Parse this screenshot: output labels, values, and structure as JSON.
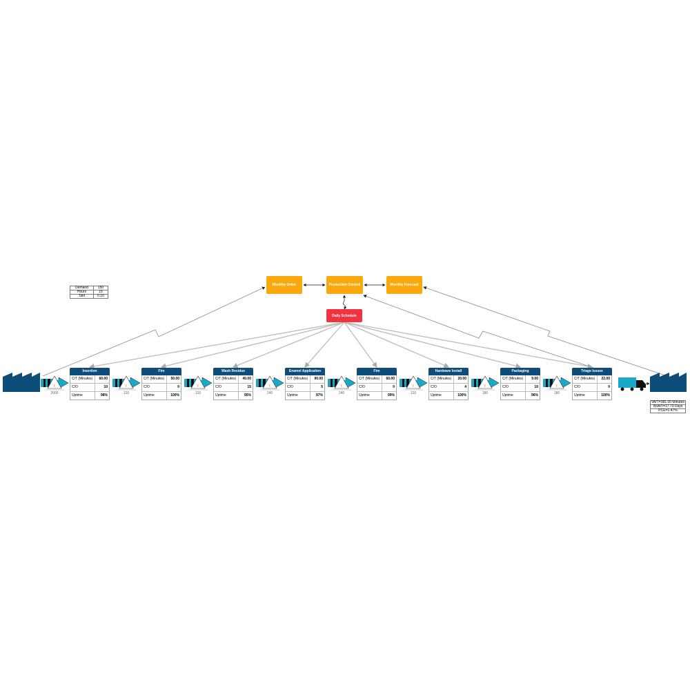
{
  "demand_table": [
    {
      "label": "Demand",
      "value": "150"
    },
    {
      "label": "Hours",
      "value": "15"
    },
    {
      "label": "Takt",
      "value": "0.10"
    }
  ],
  "control": {
    "monthly_order": "Monthly Order",
    "production_control": "Production Control",
    "monthly_forecast": "Monthly Forecast",
    "daily_schedule": "Daily Schedule"
  },
  "processes": [
    {
      "name": "Insertion",
      "ct_label": "C/T (Minutes)",
      "ct": "60.00",
      "co_label": "C/O",
      "co": "10",
      "up_label": "Uptime",
      "up": "98%"
    },
    {
      "name": "Fire",
      "ct_label": "C/T (Minutes)",
      "ct": "50.00",
      "co_label": "C/O",
      "co": "0",
      "up_label": "Uptime",
      "up": "100%"
    },
    {
      "name": "Wash Residue",
      "ct_label": "C/T (Minutes)",
      "ct": "40.00",
      "co_label": "C/O",
      "co": "15",
      "up_label": "Uptime",
      "up": "95%"
    },
    {
      "name": "Enamel Application",
      "ct_label": "C/T (Minutes)",
      "ct": "90.00",
      "co_label": "C/O",
      "co": "5",
      "up_label": "Uptime",
      "up": "97%"
    },
    {
      "name": "Fire",
      "ct_label": "C/T (Minutes)",
      "ct": "60.00",
      "co_label": "C/O",
      "co": "0",
      "up_label": "Uptime",
      "up": "99%"
    },
    {
      "name": "Hardware Install",
      "ct_label": "C/T (Minutes)",
      "ct": "20.00",
      "co_label": "C/O",
      "co": "4",
      "up_label": "Uptime",
      "up": "100%"
    },
    {
      "name": "Packaging",
      "ct_label": "C/T (Minutes)",
      "ct": "9.00",
      "co_label": "C/O",
      "co": "10",
      "up_label": "Uptime",
      "up": "96%"
    },
    {
      "name": "Triage Issues",
      "ct_label": "C/T (Minutes)",
      "ct": "22.00",
      "co_label": "C/O",
      "co": "0",
      "up_label": "Uptime",
      "up": "100%"
    }
  ],
  "inventory_labels": [
    "2000",
    "120",
    "120",
    "240",
    "240",
    "120",
    "180",
    "180"
  ],
  "inventory_marker": "I",
  "timeline": [
    "VA/T=381.00 Minutes",
    "NVA/T=17.79 Days",
    "PCE=1.47%"
  ],
  "colors": {
    "orange": "#f9a90e",
    "red": "#f2323f",
    "navy": "#0e4d7a",
    "teal": "#19a9c8",
    "factory": "#0e4d7a"
  }
}
